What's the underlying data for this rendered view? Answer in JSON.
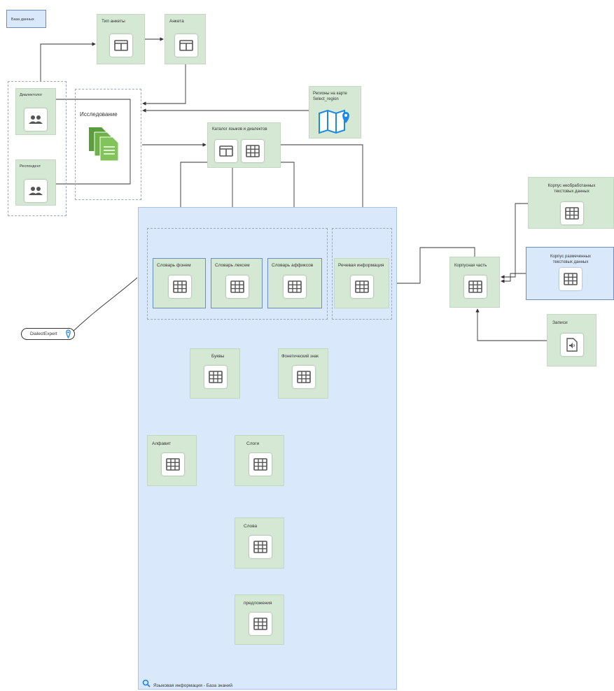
{
  "legend": {
    "label": "База данных"
  },
  "nodes": {
    "tip_ankety": {
      "label": "Тип анкеты",
      "icon": "form-icon"
    },
    "anketa": {
      "label": "Анкета",
      "icon": "form-icon"
    },
    "dialektolog": {
      "label": "Диалектолог",
      "icon": "users-icon"
    },
    "respondent": {
      "label": "Респондент",
      "icon": "users-icon"
    },
    "issledovanie": {
      "label": "Исследование",
      "icon": "documents-icon"
    },
    "regiony": {
      "label": "Регионы на карте\nSelect_region",
      "icon": "map-icon"
    },
    "katalog": {
      "label": "Каталог языков и диалектов",
      "icon": "form-and-table-icon"
    },
    "korpus_raw": {
      "label": "Корпус необработанных\nтекстовых данных",
      "icon": "table-icon"
    },
    "korpus_marked": {
      "label": "Корпус размеченных\nтекстовых данных",
      "icon": "table-icon"
    },
    "korpusnaya": {
      "label": "Корпусная часть",
      "icon": "table-icon"
    },
    "zapisi": {
      "label": "Записи",
      "icon": "audio-file-icon"
    },
    "slovar_fonem": {
      "label": "Словарь фонем",
      "icon": "table-icon"
    },
    "slovar_leksem": {
      "label": "Словарь лексем",
      "icon": "table-icon"
    },
    "slovar_affiksov": {
      "label": "Словарь аффиксов",
      "icon": "table-icon"
    },
    "rechevaya": {
      "label": "Речевая информация",
      "icon": "table-icon"
    },
    "bukvy": {
      "label": "Буквы",
      "icon": "table-icon"
    },
    "foneticheskiy": {
      "label": "Фонетический знак",
      "icon": "table-icon"
    },
    "alfavit": {
      "label": "Алфавит",
      "icon": "table-icon"
    },
    "slogi": {
      "label": "Слоги",
      "icon": "table-icon"
    },
    "slova": {
      "label": "Слова",
      "icon": "table-icon"
    },
    "predlozheniya": {
      "label": "предложения",
      "icon": "table-icon"
    }
  },
  "dialectexpert": {
    "label": "DialectExpert",
    "icon": "location-pin-icon"
  },
  "knowledge_base": {
    "label": "Языковая информация - База знаний",
    "icon": "magnifier-icon"
  },
  "colors": {
    "green": "#d5e8d4",
    "blue": "#dae8fc",
    "border_blue": "#6c8ebf",
    "accent": "#1e88e5"
  }
}
